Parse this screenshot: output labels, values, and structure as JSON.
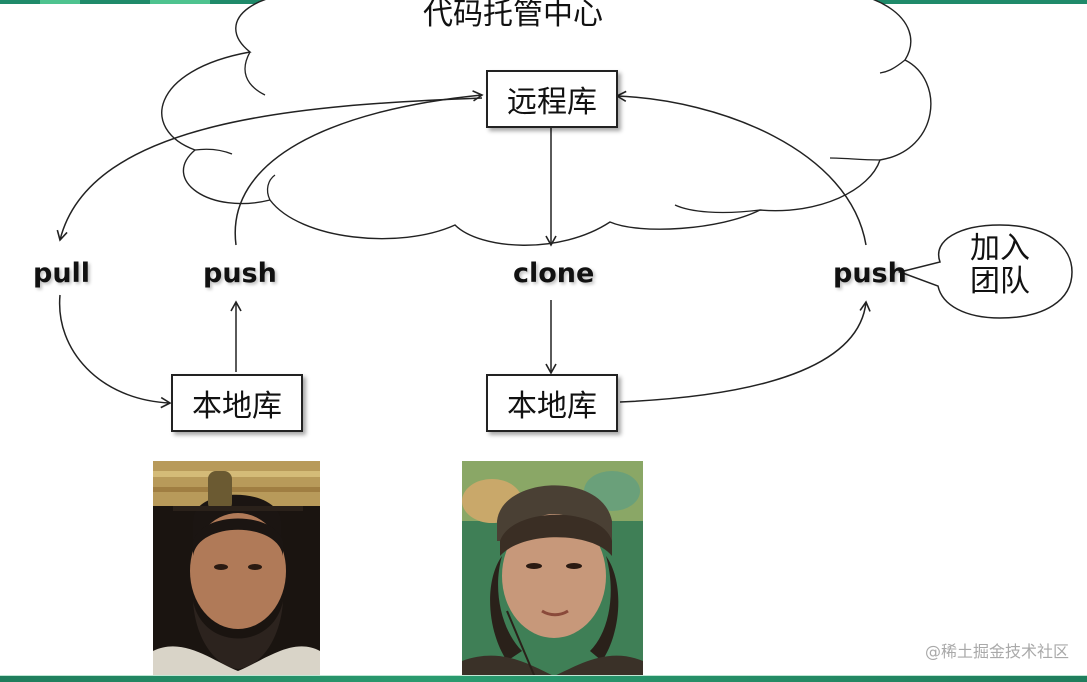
{
  "cloud": {
    "title": "代码托管中心"
  },
  "boxes": {
    "remote": "远程库",
    "local_left": "本地库",
    "local_right": "本地库"
  },
  "actions": {
    "pull": "pull",
    "push_left": "push",
    "clone": "clone",
    "push_right": "push"
  },
  "bubble": {
    "line1": "加入",
    "line2": "团队"
  },
  "watermark": "@稀土掘金技术社区",
  "colors": {
    "line": "#222222",
    "accent_bar": "#1f8a6a"
  }
}
